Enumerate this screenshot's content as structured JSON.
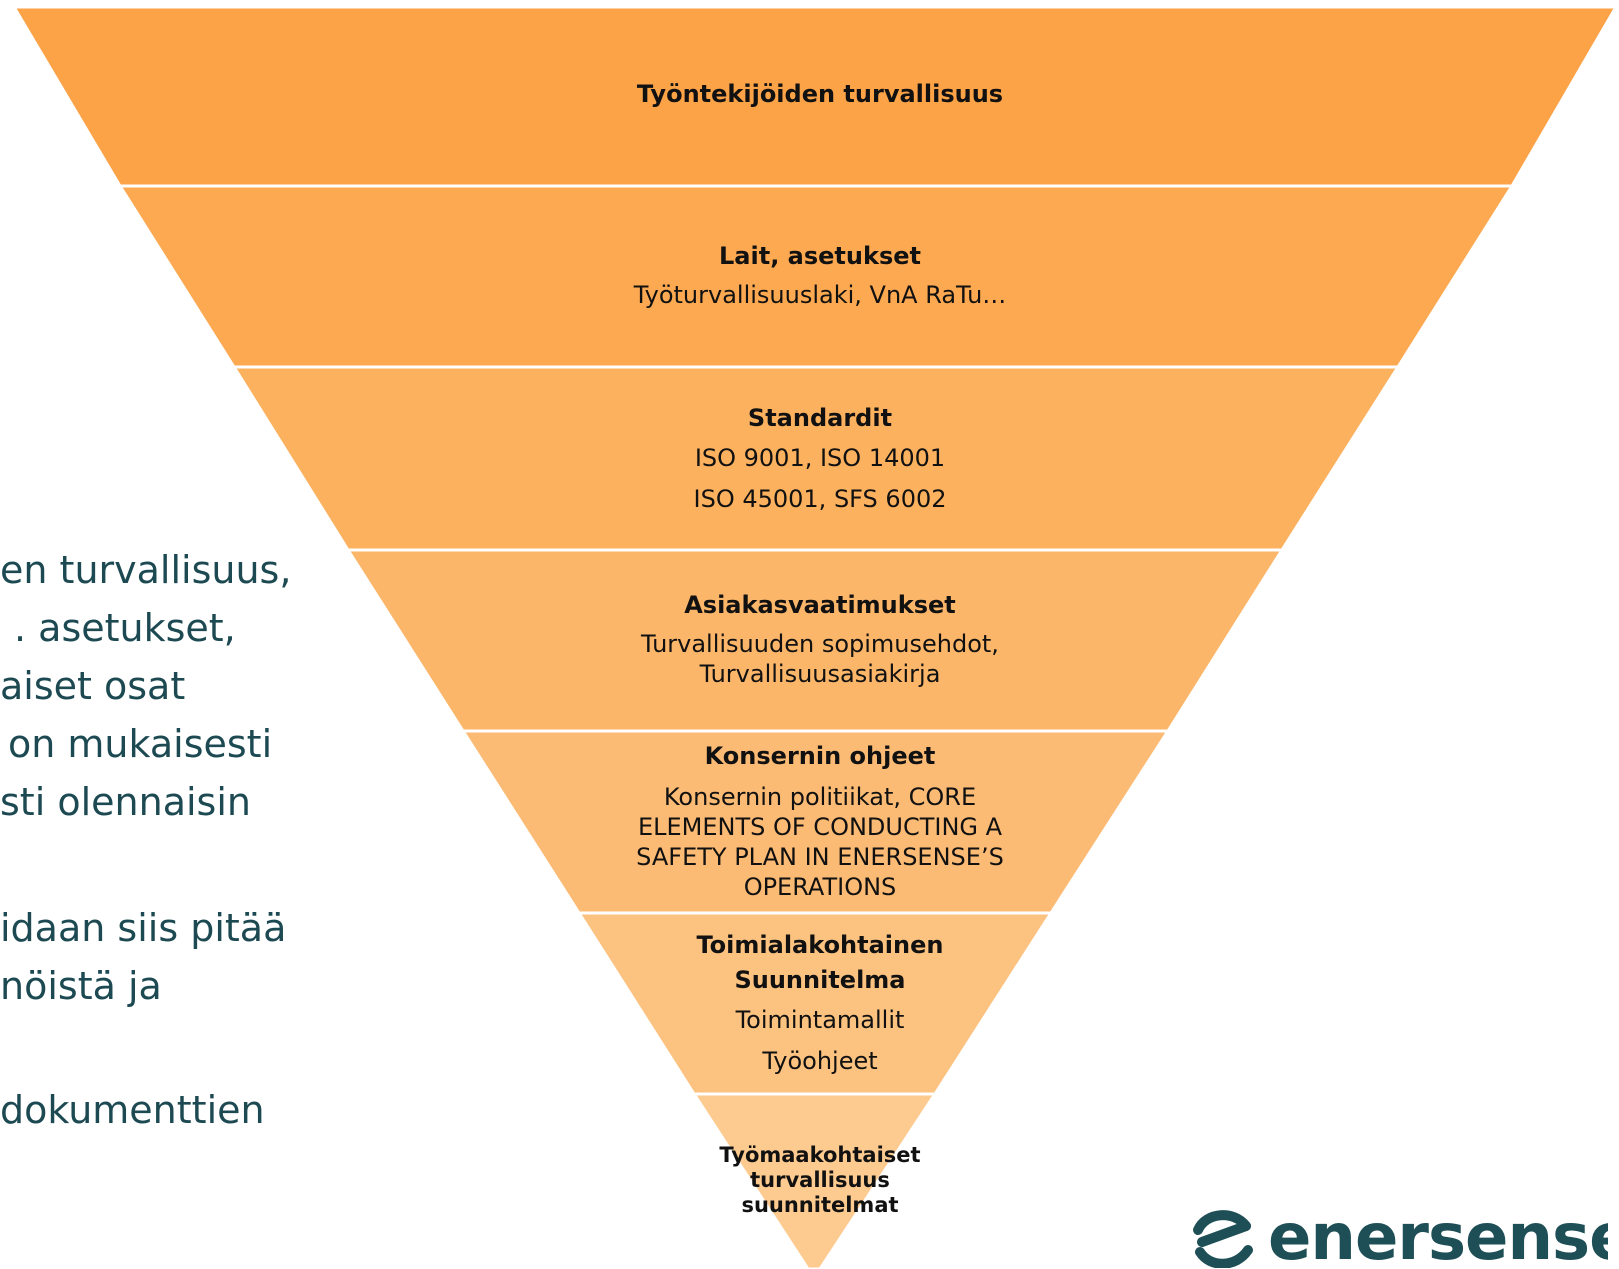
{
  "pyramid": {
    "layers": [
      {
        "title": "Työntekijöiden turvallisuus",
        "lines": [],
        "color": "#fca247"
      },
      {
        "title": "Lait, asetukset",
        "lines": [
          "Työturvallisuuslaki, VnA RaTu…"
        ],
        "color": "#fca951"
      },
      {
        "title": "Standardit",
        "lines": [
          "ISO 9001, ISO 14001",
          "ISO 45001, SFS 6002"
        ],
        "color": "#fcb15f"
      },
      {
        "title": "Asiakasvaatimukset",
        "lines": [
          "Turvallisuuden sopimusehdot,",
          "Turvallisuusasiakirja"
        ],
        "color": "#fcb66a"
      },
      {
        "title": "Konsernin ohjeet",
        "lines": [
          "Konsernin politiikat, CORE",
          "ELEMENTS OF CONDUCTING A",
          "SAFETY PLAN IN ENERSENSE’S",
          "OPERATIONS"
        ],
        "color": "#fcbb74"
      },
      {
        "title_lines": [
          "Toimialakohtainen",
          "Suunnitelma"
        ],
        "lines": [
          "Toimintamallit",
          "Työohjeet"
        ],
        "color": "#fcc280"
      },
      {
        "title_lines": [
          "Työmaakohtaiset",
          "turvallisuus",
          "suunnitelmat"
        ],
        "lines": [],
        "color": "#fdca8f"
      }
    ]
  },
  "left_text": {
    "lines": [
      "en turvallisuus,",
      ". asetukset,",
      "aiset osat",
      "on mukaisesti",
      "sti olennaisin",
      "idaan siis pitää",
      "nöistä ja",
      "dokumenttien"
    ]
  },
  "logo": {
    "text": "enersense",
    "color": "#1f4f56"
  }
}
